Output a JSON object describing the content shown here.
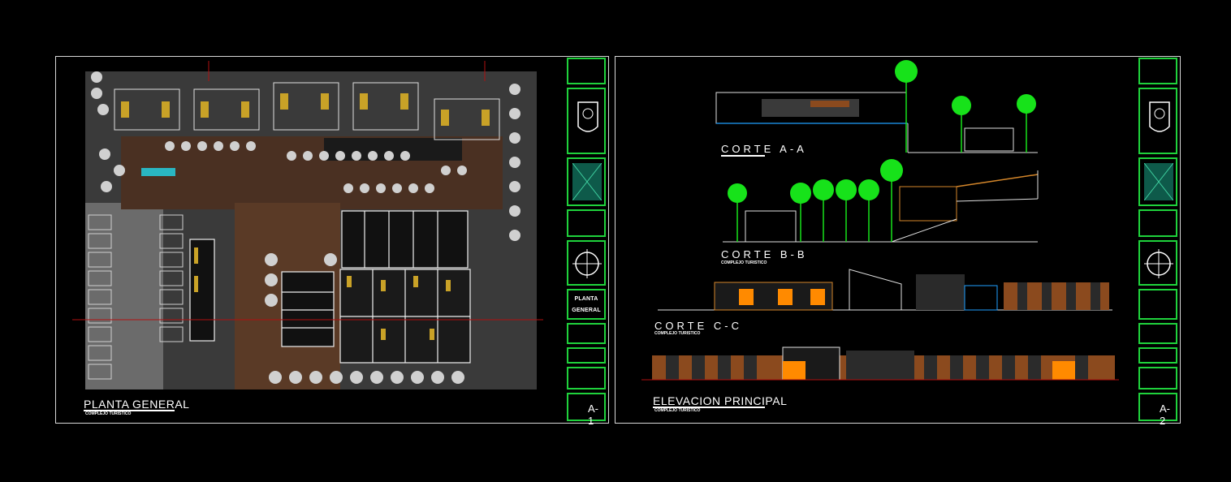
{
  "sheets": [
    {
      "id": "A-1",
      "plan_title": "PLANTA GENERAL",
      "plan_subtitle": "COMPLEJO TURISTICO",
      "titleblock": {
        "label_1": "PLANTA",
        "label_2": "GENERAL",
        "sheet_number": "A-1"
      }
    },
    {
      "id": "A-2",
      "titles": {
        "section_a": "CORTE  A-A",
        "section_b": "CORTE  B-B",
        "section_b_sub": "COMPLEJO TURISTICO",
        "section_c": "CORTE  C-C",
        "section_c_sub": "COMPLEJO TURISTICO",
        "elevation": "ELEVACION PRINCIPAL",
        "elevation_sub": "COMPLEJO TURISTICO"
      },
      "titleblock": {
        "sheet_number": "A-2"
      }
    }
  ],
  "colors": {
    "titleblock_border": "#1fd23c",
    "sheet_border": "#d8d8d8",
    "palm": "#17e21a",
    "orange_accent": "#ff8a00",
    "wall_brown": "#8b4a1e"
  }
}
